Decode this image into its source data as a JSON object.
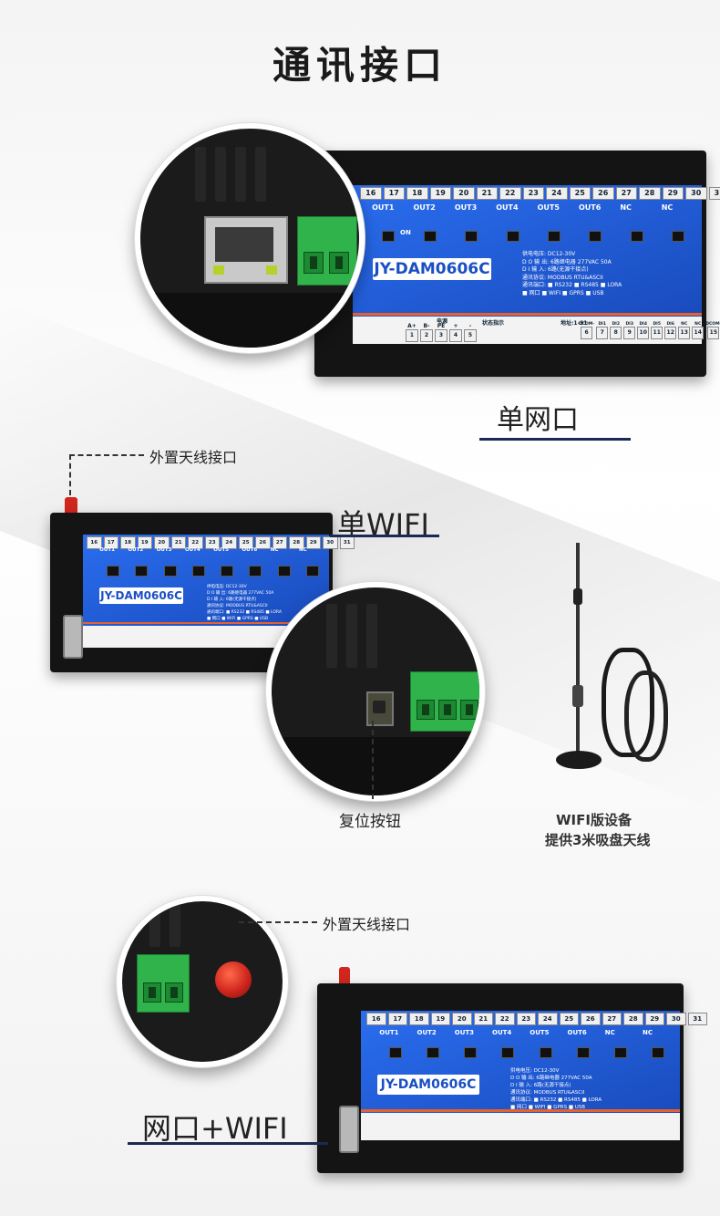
{
  "page": {
    "title": "通讯接口"
  },
  "sections": {
    "single_lan": {
      "label": "单网口"
    },
    "single_wifi": {
      "label": "单WIFI",
      "antenna_label": "外置天线接口",
      "reset_label": "复位按钮",
      "note_line1": "WIFI版设备",
      "note_line2": "提供3米吸盘天线"
    },
    "lan_wifi": {
      "label": "网口+WIFI",
      "antenna_label": "外置天线接口"
    }
  },
  "device": {
    "model": "JY-DAM0606C",
    "terminals_top": [
      "16",
      "17",
      "18",
      "19",
      "20",
      "21",
      "22",
      "23",
      "24",
      "25",
      "26",
      "27",
      "28",
      "29",
      "30",
      "31"
    ],
    "outputs": [
      "OUT1",
      "OUT2",
      "OUT3",
      "OUT4",
      "OUT5",
      "OUT6",
      "NC",
      "NC"
    ],
    "specs": [
      "供电电压: DC12-30V",
      "D O 输 出: 6路继电器 277VAC 50A",
      "D I 输 入: 6路(无源干接点)",
      "通讯协议: MODBUS RTU&ASCII",
      "通讯端口: ■ RS232 ■ RS485 ■ LORA",
      "■ 网口 ■ WIFI ■ GPRS ■ USB"
    ],
    "power_label": "电源",
    "status_label": "状态指示",
    "addr_label": "地址:1-31",
    "bottom_left_terms": [
      "A+",
      "B-",
      "PE",
      "+",
      "-"
    ],
    "bottom_left_nums": [
      "1",
      "2",
      "3",
      "4",
      "5"
    ],
    "bottom_right_nums": [
      "6",
      "7",
      "8",
      "9",
      "10",
      "11",
      "12",
      "13",
      "14",
      "15"
    ],
    "bottom_right_labels": [
      "DCOM-",
      "DI1",
      "DI2",
      "DI3",
      "DI4",
      "DI5",
      "DI6",
      "NC",
      "NC",
      "DCOM-"
    ],
    "on_label": "ON"
  },
  "colors": {
    "panel_blue": "#1e5bd6",
    "accent_orange": "#e8602c",
    "terminal_green": "#2fb34a",
    "antenna_red": "#d0261e"
  }
}
